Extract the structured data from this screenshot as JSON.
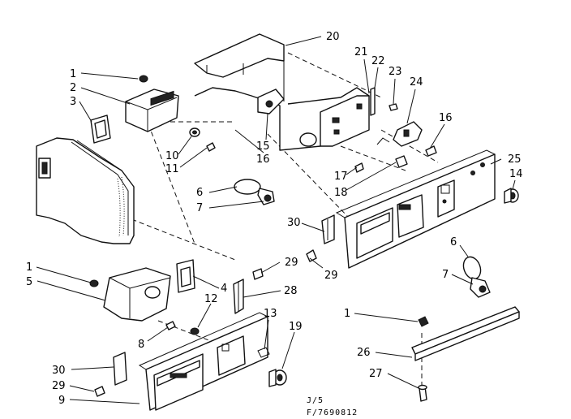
{
  "diagram": {
    "callouts": {
      "c1a": "1",
      "c2": "2",
      "c3": "3",
      "c10": "10",
      "c11": "11",
      "c20": "20",
      "c21": "21",
      "c22": "22",
      "c23": "23",
      "c24": "24",
      "c15": "15",
      "c16a": "16",
      "c16b": "16",
      "c17": "17",
      "c18": "18",
      "c25": "25",
      "c14": "14",
      "c6a": "6",
      "c7a": "7",
      "c30a": "30",
      "c29a": "29",
      "c29b": "29",
      "c6b": "6",
      "c7b": "7",
      "c1b": "1",
      "c5": "5",
      "c4": "4",
      "c28": "28",
      "c12": "12",
      "c8": "8",
      "c13": "13",
      "c19": "19",
      "c1c": "1",
      "c26": "26",
      "c27": "27",
      "c30b": "30",
      "c29c": "29",
      "c9": "9"
    },
    "footer": {
      "line1": "J/5",
      "line2": "F/7690812"
    }
  }
}
